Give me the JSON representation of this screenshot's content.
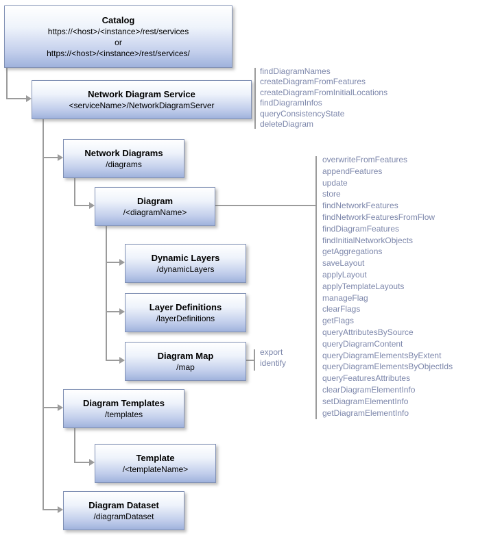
{
  "boxes": {
    "catalog": {
      "title": "Catalog",
      "url1": "https://<host>/<instance>/rest/services",
      "or": "or",
      "url2": "https://<host>/<instance>/rest/services/"
    },
    "service": {
      "title": "Network Diagram Service",
      "path": "<serviceName>/NetworkDiagramServer"
    },
    "diagrams": {
      "title": "Network Diagrams",
      "path": "/diagrams"
    },
    "diagram": {
      "title": "Diagram",
      "path": "/<diagramName>"
    },
    "dynamic_layers": {
      "title": "Dynamic Layers",
      "path": "/dynamicLayers"
    },
    "layer_definitions": {
      "title": "Layer Definitions",
      "path": "/layerDefinitions"
    },
    "diagram_map": {
      "title": "Diagram Map",
      "path": "/map"
    },
    "templates": {
      "title": "Diagram Templates",
      "path": "/templates"
    },
    "template": {
      "title": "Template",
      "path": "/<templateName>"
    },
    "dataset": {
      "title": "Diagram Dataset",
      "path": "/diagramDataset"
    }
  },
  "operations": {
    "service": [
      "findDiagramNames",
      "createDiagramFromFeatures",
      "createDiagramFromInitialLocations",
      "findDiagramInfos",
      "queryConsistencyState",
      "deleteDiagram"
    ],
    "diagram": [
      "overwriteFromFeatures",
      "appendFeatures",
      "update",
      "store",
      "findNetworkFeatures",
      "findNetworkFeaturesFromFlow",
      "findDiagramFeatures",
      "findInitialNetworkObjects",
      "getAggregations",
      "saveLayout",
      "applyLayout",
      "applyTemplateLayouts",
      "manageFlag",
      "clearFlags",
      "getFlags",
      "queryAttributesBySource",
      "queryDiagramContent",
      "queryDiagramElementsByExtent",
      "queryDiagramElementsByObjectIds",
      "queryFeaturesAttributes",
      "clearDiagramElementInfo",
      "setDiagramElementInfo",
      "getDiagramElementInfo"
    ],
    "map": [
      "export",
      "identify"
    ]
  },
  "colors": {
    "connector": "#9b9b9b",
    "operation_text": "#7d87ab",
    "box_border": "#8090b4",
    "box_gradient_top": "#ffffff",
    "box_gradient_bottom": "#9fb2dc"
  }
}
